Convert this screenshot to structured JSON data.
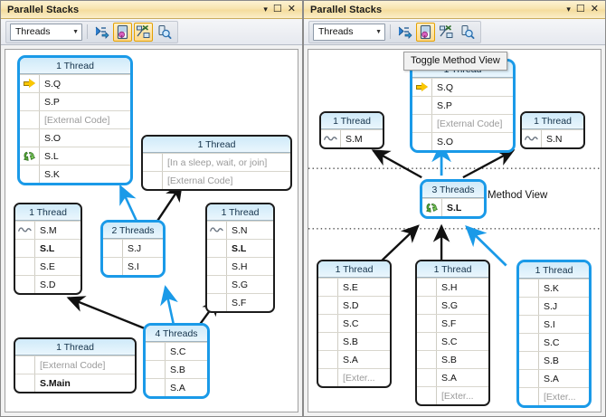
{
  "window": {
    "title": "Parallel Stacks",
    "buttons": {
      "dropdown": "▾",
      "maximize": "☐",
      "close": "✕"
    }
  },
  "toolbar": {
    "combo_value": "Threads",
    "combo_caret": "▼",
    "icons": [
      {
        "name": "show-threads-in-source-icon",
        "label": "Show Threads in Source",
        "active": false
      },
      {
        "name": "toggle-method-view-icon",
        "label": "Toggle Method View",
        "active": true
      },
      {
        "name": "auto-scroll-to-current-stack-frame-icon",
        "label": "Auto Scroll to Current Stack Frame",
        "active": true
      },
      {
        "name": "zoom-control-icon",
        "label": "Zoom Control",
        "active": false
      }
    ]
  },
  "tooltip": {
    "text": "Toggle Method View"
  },
  "labels": {
    "method_view": "Method View"
  },
  "strings": {
    "external_code": "[External Code]",
    "external_trunc": "[Exter...",
    "sleep_wait_join": "[In a sleep, wait, or join]",
    "one_thread": "1 Thread",
    "two_threads": "2 Threads",
    "three_threads": "3 Threads",
    "four_threads": "4 Threads"
  },
  "colors": {
    "highlight": "#1a9ae8",
    "border": "#1c1c1c",
    "header_top": "#cfeaf9",
    "header_bottom": "#eaf6fd",
    "title_bar": "#f4dc9c",
    "dim_text": "#9a9a9a",
    "current_arrow": "#fbc700",
    "return_arrow": "#4fa832"
  },
  "left_panel": {
    "boxes": [
      {
        "id": "L1",
        "header": "1 Thread",
        "highlight": true,
        "rows": [
          {
            "icon": "current-frame-arrow-icon",
            "label": "S.Q",
            "dim": false,
            "bold": false
          },
          {
            "icon": "",
            "label": "S.P",
            "dim": false,
            "bold": false
          },
          {
            "icon": "",
            "label": "[External Code]",
            "dim": true,
            "bold": false
          },
          {
            "icon": "",
            "label": "S.O",
            "dim": false,
            "bold": false
          },
          {
            "icon": "return-frame-arrow-icon",
            "label": "S.L",
            "dim": false,
            "bold": false
          },
          {
            "icon": "",
            "label": "S.K",
            "dim": false,
            "bold": false
          }
        ]
      },
      {
        "id": "L2",
        "header": "1 Thread",
        "highlight": false,
        "rows": [
          {
            "icon": "",
            "label": "[In a sleep, wait, or join]",
            "dim": true,
            "bold": false
          },
          {
            "icon": "",
            "label": "[External Code]",
            "dim": true,
            "bold": false
          }
        ]
      },
      {
        "id": "L3",
        "header": "1 Thread",
        "highlight": false,
        "rows": [
          {
            "icon": "non-current-thread-icon",
            "label": "S.M",
            "dim": false,
            "bold": false
          },
          {
            "icon": "",
            "label": "S.L",
            "dim": false,
            "bold": true
          },
          {
            "icon": "",
            "label": "S.E",
            "dim": false,
            "bold": false
          },
          {
            "icon": "",
            "label": "S.D",
            "dim": false,
            "bold": false
          }
        ]
      },
      {
        "id": "L4",
        "header": "2 Threads",
        "highlight": true,
        "rows": [
          {
            "icon": "",
            "label": "S.J",
            "dim": false,
            "bold": false
          },
          {
            "icon": "",
            "label": "S.I",
            "dim": false,
            "bold": false
          }
        ]
      },
      {
        "id": "L5",
        "header": "1 Thread",
        "highlight": false,
        "rows": [
          {
            "icon": "non-current-thread-icon",
            "label": "S.N",
            "dim": false,
            "bold": false
          },
          {
            "icon": "",
            "label": "S.L",
            "dim": false,
            "bold": true
          },
          {
            "icon": "",
            "label": "S.H",
            "dim": false,
            "bold": false
          },
          {
            "icon": "",
            "label": "S.G",
            "dim": false,
            "bold": false
          },
          {
            "icon": "",
            "label": "S.F",
            "dim": false,
            "bold": false
          }
        ]
      },
      {
        "id": "L6",
        "header": "4 Threads",
        "highlight": true,
        "rows": [
          {
            "icon": "",
            "label": "S.C",
            "dim": false,
            "bold": false
          },
          {
            "icon": "",
            "label": "S.B",
            "dim": false,
            "bold": false
          },
          {
            "icon": "",
            "label": "S.A",
            "dim": false,
            "bold": false
          }
        ]
      },
      {
        "id": "L7",
        "header": "1 Thread",
        "highlight": false,
        "rows": [
          {
            "icon": "",
            "label": "[External Code]",
            "dim": true,
            "bold": false
          },
          {
            "icon": "",
            "label": "S.Main",
            "dim": false,
            "bold": true
          }
        ]
      }
    ]
  },
  "right_panel": {
    "boxes": [
      {
        "id": "R1",
        "header": "1 Thread",
        "highlight": true,
        "rows": [
          {
            "icon": "current-frame-arrow-icon",
            "label": "S.Q",
            "dim": false,
            "bold": false
          },
          {
            "icon": "",
            "label": "S.P",
            "dim": false,
            "bold": false
          },
          {
            "icon": "",
            "label": "[External Code]",
            "dim": true,
            "bold": false
          },
          {
            "icon": "",
            "label": "S.O",
            "dim": false,
            "bold": false
          }
        ]
      },
      {
        "id": "R2",
        "header": "1 Thread",
        "highlight": false,
        "rows": [
          {
            "icon": "non-current-thread-icon",
            "label": "S.M",
            "dim": false,
            "bold": false
          }
        ]
      },
      {
        "id": "R3",
        "header": "1 Thread",
        "highlight": false,
        "rows": [
          {
            "icon": "non-current-thread-icon",
            "label": "S.N",
            "dim": false,
            "bold": false
          }
        ]
      },
      {
        "id": "R4",
        "header": "3 Threads",
        "highlight": true,
        "rows": [
          {
            "icon": "return-frame-arrow-icon",
            "label": "S.L",
            "dim": false,
            "bold": true
          }
        ]
      },
      {
        "id": "R5",
        "header": "1 Thread",
        "highlight": false,
        "rows": [
          {
            "icon": "",
            "label": "S.E",
            "dim": false,
            "bold": false
          },
          {
            "icon": "",
            "label": "S.D",
            "dim": false,
            "bold": false
          },
          {
            "icon": "",
            "label": "S.C",
            "dim": false,
            "bold": false
          },
          {
            "icon": "",
            "label": "S.B",
            "dim": false,
            "bold": false
          },
          {
            "icon": "",
            "label": "S.A",
            "dim": false,
            "bold": false
          },
          {
            "icon": "",
            "label": "[Exter...",
            "dim": true,
            "bold": false
          }
        ]
      },
      {
        "id": "R6",
        "header": "1 Thread",
        "highlight": false,
        "rows": [
          {
            "icon": "",
            "label": "S.H",
            "dim": false,
            "bold": false
          },
          {
            "icon": "",
            "label": "S.G",
            "dim": false,
            "bold": false
          },
          {
            "icon": "",
            "label": "S.F",
            "dim": false,
            "bold": false
          },
          {
            "icon": "",
            "label": "S.C",
            "dim": false,
            "bold": false
          },
          {
            "icon": "",
            "label": "S.B",
            "dim": false,
            "bold": false
          },
          {
            "icon": "",
            "label": "S.A",
            "dim": false,
            "bold": false
          },
          {
            "icon": "",
            "label": "[Exter...",
            "dim": true,
            "bold": false
          }
        ]
      },
      {
        "id": "R7",
        "header": "1 Thread",
        "highlight": true,
        "rows": [
          {
            "icon": "",
            "label": "S.K",
            "dim": false,
            "bold": false
          },
          {
            "icon": "",
            "label": "S.J",
            "dim": false,
            "bold": false
          },
          {
            "icon": "",
            "label": "S.I",
            "dim": false,
            "bold": false
          },
          {
            "icon": "",
            "label": "S.C",
            "dim": false,
            "bold": false
          },
          {
            "icon": "",
            "label": "S.B",
            "dim": false,
            "bold": false
          },
          {
            "icon": "",
            "label": "S.A",
            "dim": false,
            "bold": false
          },
          {
            "icon": "",
            "label": "[Exter...",
            "dim": true,
            "bold": false
          }
        ]
      }
    ]
  }
}
